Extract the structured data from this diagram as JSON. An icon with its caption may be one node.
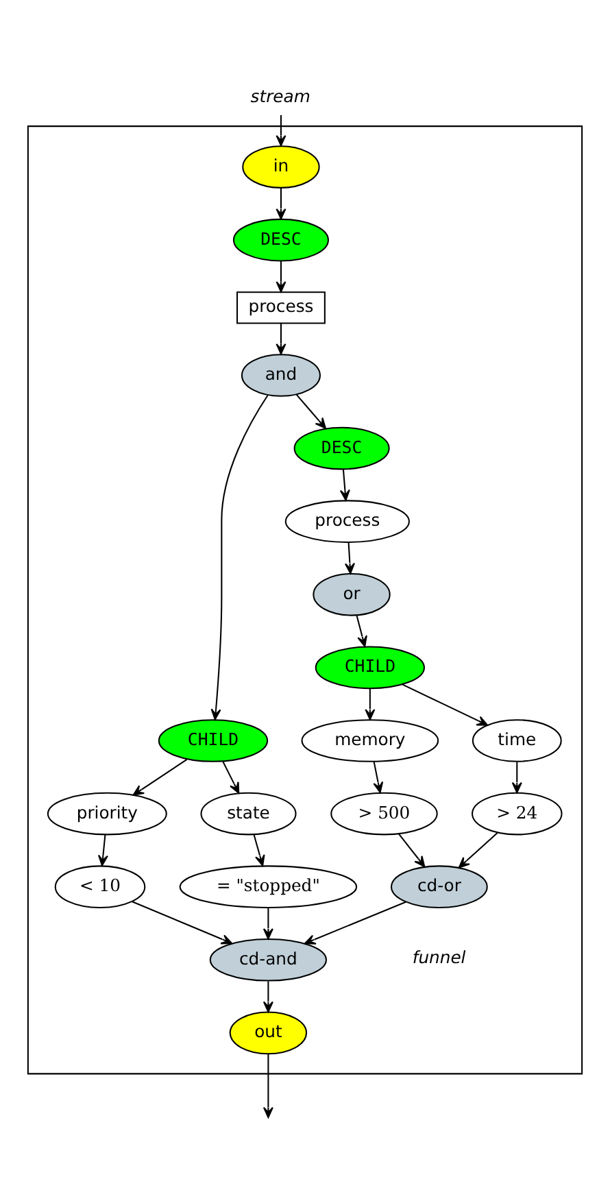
{
  "diagram": {
    "nodes": [
      {
        "text": [
          "stream"
        ]
      },
      {
        "text": [],
        "shape": "box"
      },
      {
        "text": [
          "in"
        ],
        "in": 1
      },
      {
        "text": [
          "DESC"
        ],
        "in": 1
      },
      {
        "text": [
          "process"
        ],
        "in": 1
      },
      {
        "text": [
          "and"
        ],
        "in": 1
      },
      {
        "text": [
          "CHILD"
        ],
        "in": 1
      },
      {
        "text": [
          "DESC"
        ],
        "in": 1
      },
      {
        "text": [
          "priority"
        ],
        "in": 1
      },
      {
        "text": [
          "state"
        ],
        "in": 1
      },
      {
        "text": [
          "process"
        ],
        "in": 1
      },
      {
        "text": [
          "< 10"
        ],
        "in": 1
      },
      {
        "text": [
          "= \"stopped\""
        ],
        "in": 1
      },
      {
        "text": [
          "or"
        ],
        "in": 1
      },
      {
        "text": [
          "CHILD"
        ],
        "in": 1
      },
      {
        "text": [
          "memory"
        ],
        "in": 1
      },
      {
        "text": [
          "time"
        ],
        "in": 1
      },
      {
        "text": [
          "> 500"
        ],
        "in": 1
      },
      {
        "text": [
          "> 24"
        ],
        "in": 1
      },
      {
        "text": [
          "cd-or"
        ],
        "in": 1
      },
      {
        "text": [
          "cd-and"
        ],
        "in": 1
      },
      {
        "text": [
          "out"
        ],
        "in": 1
      }
    ],
    "edges": [
      {
        "from": 0,
        "to": 2,
        "arrow": "to"
      },
      {
        "from": 2,
        "to": 3,
        "arrow": "to"
      },
      {
        "from": 3,
        "to": 4,
        "arrow": "to"
      },
      {
        "from": 4,
        "to": 5,
        "arrow": "to"
      },
      {
        "from": 5,
        "to": 6,
        "arrow": "to"
      },
      {
        "from": 5,
        "to": 7,
        "arrow": "to"
      },
      {
        "from": 6,
        "to": 8,
        "arrow": "to"
      },
      {
        "from": 6,
        "to": 9,
        "arrow": "to"
      },
      {
        "from": 7,
        "to": 10,
        "arrow": "to"
      },
      {
        "from": 8,
        "to": 11,
        "arrow": "to"
      },
      {
        "from": 9,
        "to": 12,
        "arrow": "to"
      },
      {
        "from": 10,
        "to": 13,
        "arrow": "to"
      },
      {
        "from": 13,
        "to": 14,
        "arrow": "to"
      },
      {
        "from": 14,
        "to": 15,
        "arrow": "to"
      },
      {
        "from": 14,
        "to": 16,
        "arrow": "to"
      },
      {
        "from": 15,
        "to": 17,
        "arrow": "to"
      },
      {
        "from": 16,
        "to": 18,
        "arrow": "to"
      },
      {
        "from": 17,
        "to": 19,
        "arrow": "to"
      },
      {
        "from": 18,
        "to": 19,
        "arrow": "to"
      },
      {
        "from": 11,
        "to": 20,
        "arrow": "to"
      },
      {
        "from": 12,
        "to": 20,
        "arrow": "to"
      },
      {
        "from": 19,
        "to": 20,
        "arrow": "to"
      },
      {
        "from": 20,
        "to": 21,
        "arrow": "to"
      },
      {
        "from": 21,
        "to": null,
        "arrow": "to"
      }
    ],
    "labels": [
      "funnel"
    ]
  }
}
